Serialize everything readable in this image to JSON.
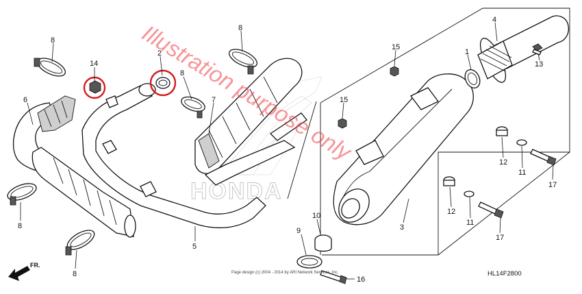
{
  "diagram": {
    "callouts": {
      "c1": "1",
      "c2": "2",
      "c3": "3",
      "c4": "4",
      "c5": "5",
      "c6": "6",
      "c7": "7",
      "c8a": "8",
      "c8b": "8",
      "c8c": "8",
      "c8d": "8",
      "c8e": "8",
      "c9": "9",
      "c10": "10",
      "c11a": "11",
      "c11b": "11",
      "c12a": "12",
      "c12b": "12",
      "c13": "13",
      "c14": "14",
      "c15a": "15",
      "c15b": "15",
      "c16": "16",
      "c17a": "17",
      "c17b": "17"
    },
    "watermark_text": "Illustration purpose only",
    "brand_watermark": "HONDA",
    "diagram_code": "HL14F2800",
    "front_label": "FR.",
    "copyright": "Page design (c) 2004 - 2014 by ARI Network Services, Inc.",
    "highlight_color": "#d21b1b",
    "watermark_color": "#f03c46"
  }
}
